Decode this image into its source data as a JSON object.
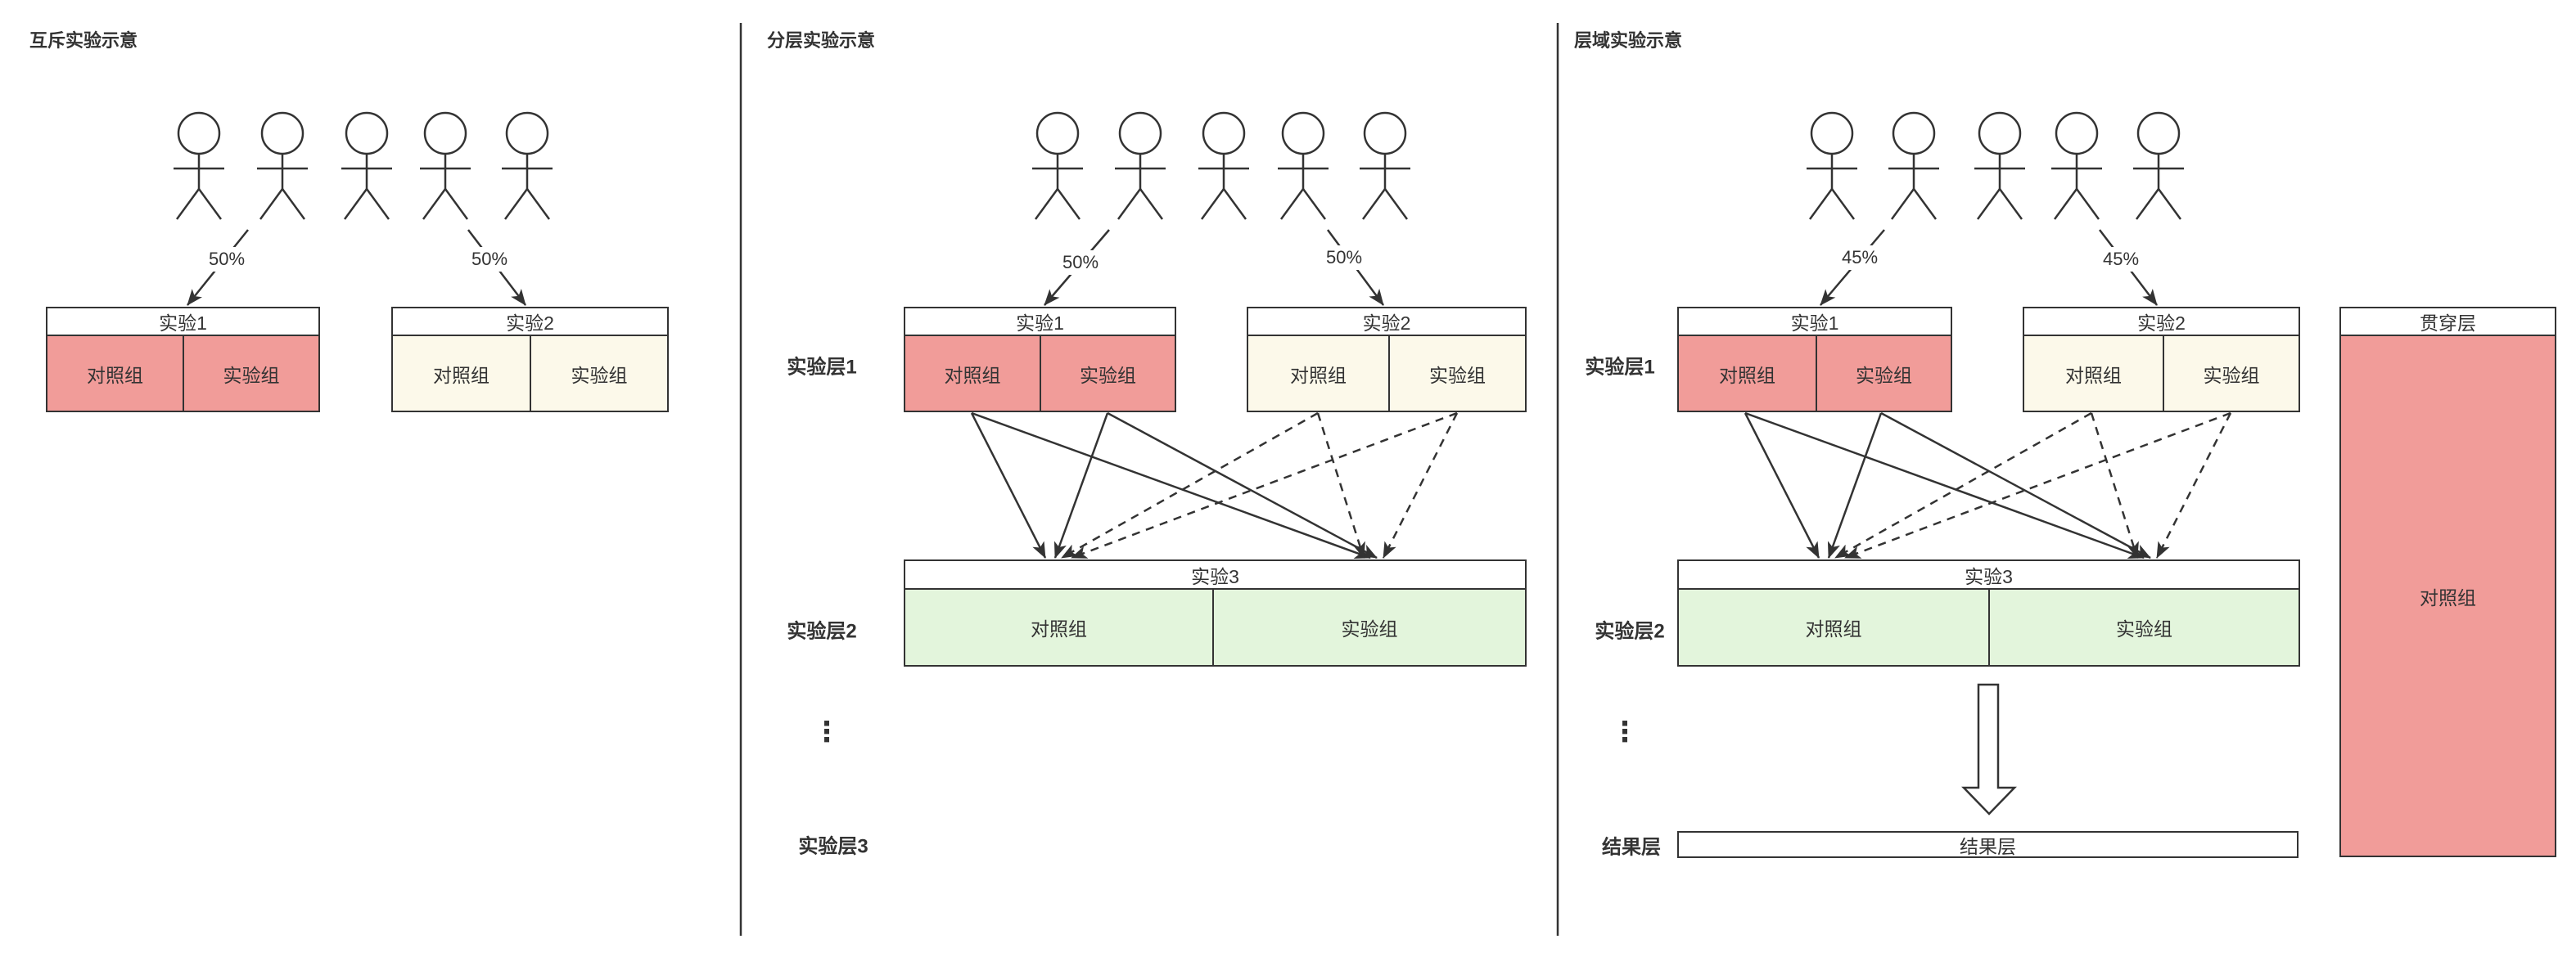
{
  "colors": {
    "control_red": "#f19c99",
    "cream": "#fcf9ea",
    "green": "#e3f5dc",
    "stroke": "#333333"
  },
  "mutex": {
    "title": "互斥实验示意",
    "split_left": "50%",
    "split_right": "50%",
    "exp1": {
      "header": "实验1",
      "control": "对照组",
      "treatment": "实验组"
    },
    "exp2": {
      "header": "实验2",
      "control": "对照组",
      "treatment": "实验组"
    }
  },
  "layered": {
    "title": "分层实验示意",
    "split_left": "50%",
    "split_right": "50%",
    "layer1": "实验层1",
    "layer2": "实验层2",
    "layer3": "实验层3",
    "ellipsis": "⋮",
    "exp1": {
      "header": "实验1",
      "control": "对照组",
      "treatment": "实验组"
    },
    "exp2": {
      "header": "实验2",
      "control": "对照组",
      "treatment": "实验组"
    },
    "exp3": {
      "header": "实验3",
      "control": "对照组",
      "treatment": "实验组"
    }
  },
  "layer_domain": {
    "title": "层域实验示意",
    "split_left": "45%",
    "split_right": "45%",
    "layer1": "实验层1",
    "layer2": "实验层2",
    "ellipsis": "⋮",
    "result_label": "结果层",
    "exp1": {
      "header": "实验1",
      "control": "对照组",
      "treatment": "实验组"
    },
    "exp2": {
      "header": "实验2",
      "control": "对照组",
      "treatment": "实验组"
    },
    "exp3": {
      "header": "实验3",
      "control": "对照组",
      "treatment": "实验组"
    },
    "result_box": "结果层",
    "through": {
      "header": "贯穿层",
      "control": "对照组"
    }
  }
}
